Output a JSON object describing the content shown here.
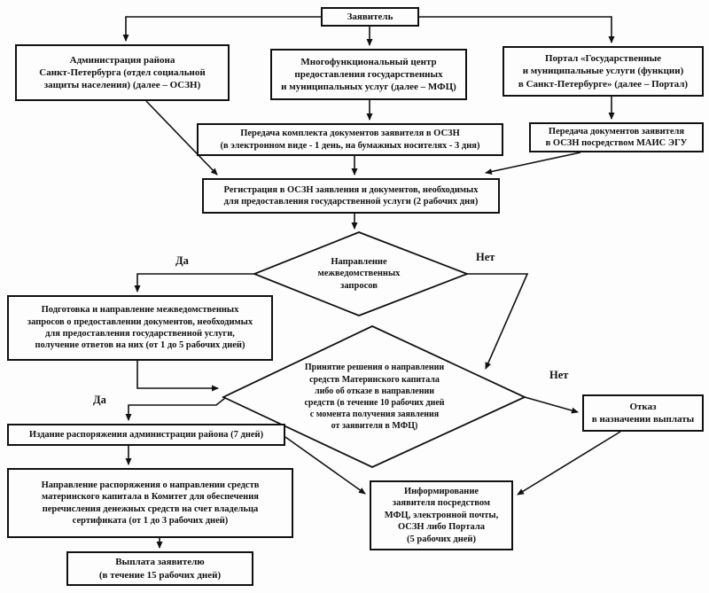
{
  "diagram_type": "flowchart",
  "language": "ru",
  "colors": {
    "line": "#111111",
    "background": "#fdfdfd",
    "text": "#111111"
  },
  "nodes": {
    "applicant": {
      "text": "Заявитель"
    },
    "admin": {
      "text": "Администрация района\nСанкт-Петербурга (отдел социальной\nзащиты населения) (далее – ОСЗН)"
    },
    "mfc": {
      "text": "Многофункциональный центр\nпредоставления государственных\nи муниципальных услуг (далее – МФЦ)"
    },
    "portal": {
      "text": "Портал «Государственные\nи муниципальные услуги (функции)\nв Санкт-Петербурге» (далее – Портал)"
    },
    "transfer_docs": {
      "text": "Передача комплекта документов заявителя в ОСЗН\n(в электронном виде - 1 день, на бумажных носителях - 3 дня)"
    },
    "mais": {
      "text": "Передача документов заявителя\nв ОСЗН посредством МАИС ЭГУ"
    },
    "registration": {
      "text": "Регистрация в ОСЗН заявления и документов, необходимых\nдля предоставления государственной услуги (2 рабочих дня)"
    },
    "interagency_decision": {
      "text": "Направление\nмежведомственных\nзапросов"
    },
    "prep_requests": {
      "text": "Подготовка и направление межведомственных\nзапросов о предоставлении документов, необходимых\nдля предоставления государственной услуги,\nполучение ответов на них (от 1 до 5 рабочих дней)"
    },
    "main_decision": {
      "text": "Принятие решения о направлении\nсредств Материнского капитала\nлибо об отказе  в направлении\nсредств (в течение 10 рабочих дней\nс момента получения заявления\nот заявителя в МФЦ)"
    },
    "order": {
      "text": "Издание распоряжения администрации района (7 дней)"
    },
    "direction_order": {
      "text": "Направление распоряжения о направлении средств\nматеринского капитала в Комитет для обеспечения\nперечисления денежных средств на счет владельца\nсертификата (от 1 до 3 рабочих дней)"
    },
    "payment": {
      "text": "Выплата заявителю\n(в течение 15 рабочих дней)"
    },
    "refusal": {
      "text": "Отказ\nв назначении выплаты"
    },
    "inform": {
      "text": "Информирование\nзаявителя посредством\nМФЦ, электронной почты,\nОСЗН либо Портала\n(5 рабочих дней)"
    }
  },
  "edge_labels": {
    "yes1": "Да",
    "no1": "Нет",
    "yes2": "Да",
    "no2": "Нет"
  }
}
